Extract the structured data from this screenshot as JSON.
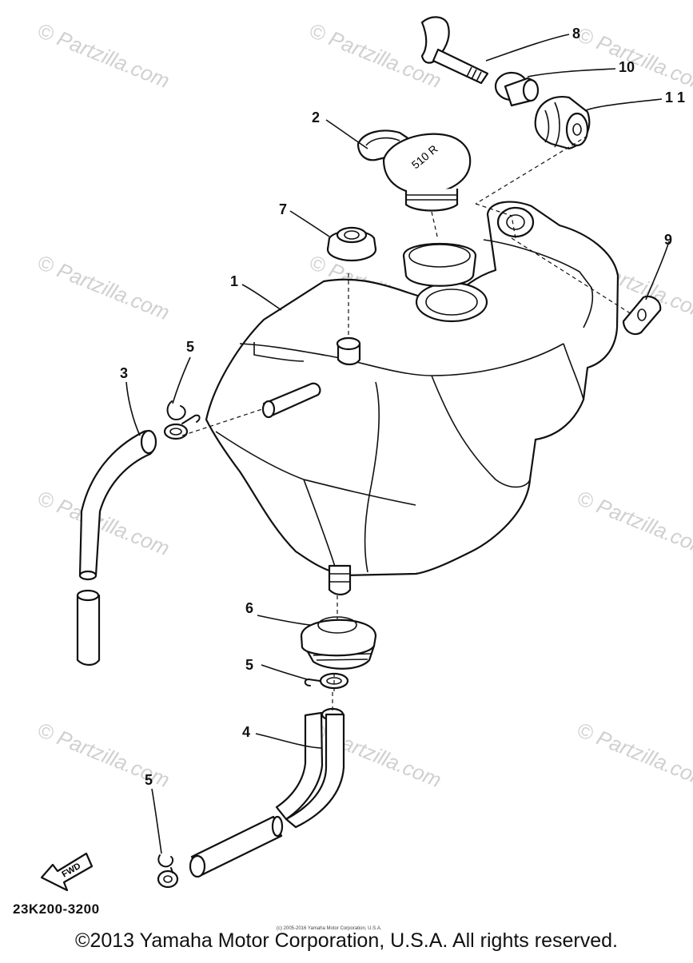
{
  "callouts": {
    "c1": "1",
    "c2": "2",
    "c3": "3",
    "c4": "4",
    "c5a": "5",
    "c5b": "5",
    "c5c": "5",
    "c6": "6",
    "c7": "7",
    "c8": "8",
    "c9": "9",
    "c10": "10",
    "c11": "11"
  },
  "watermark": "© Partzilla.com",
  "cap_marking": "510 R",
  "fwd_label": "FWD",
  "diagram_code": "23K200-3200",
  "tiny_copyright": "(c) 2005-2016 Yamaha Motor Corporation, U.S.A.",
  "copyright": "©2013 Yamaha Motor Corporation, U.S.A. All rights reserved.",
  "colors": {
    "ink": "#111111",
    "watermark": "#d0d0d0",
    "background": "#ffffff"
  }
}
